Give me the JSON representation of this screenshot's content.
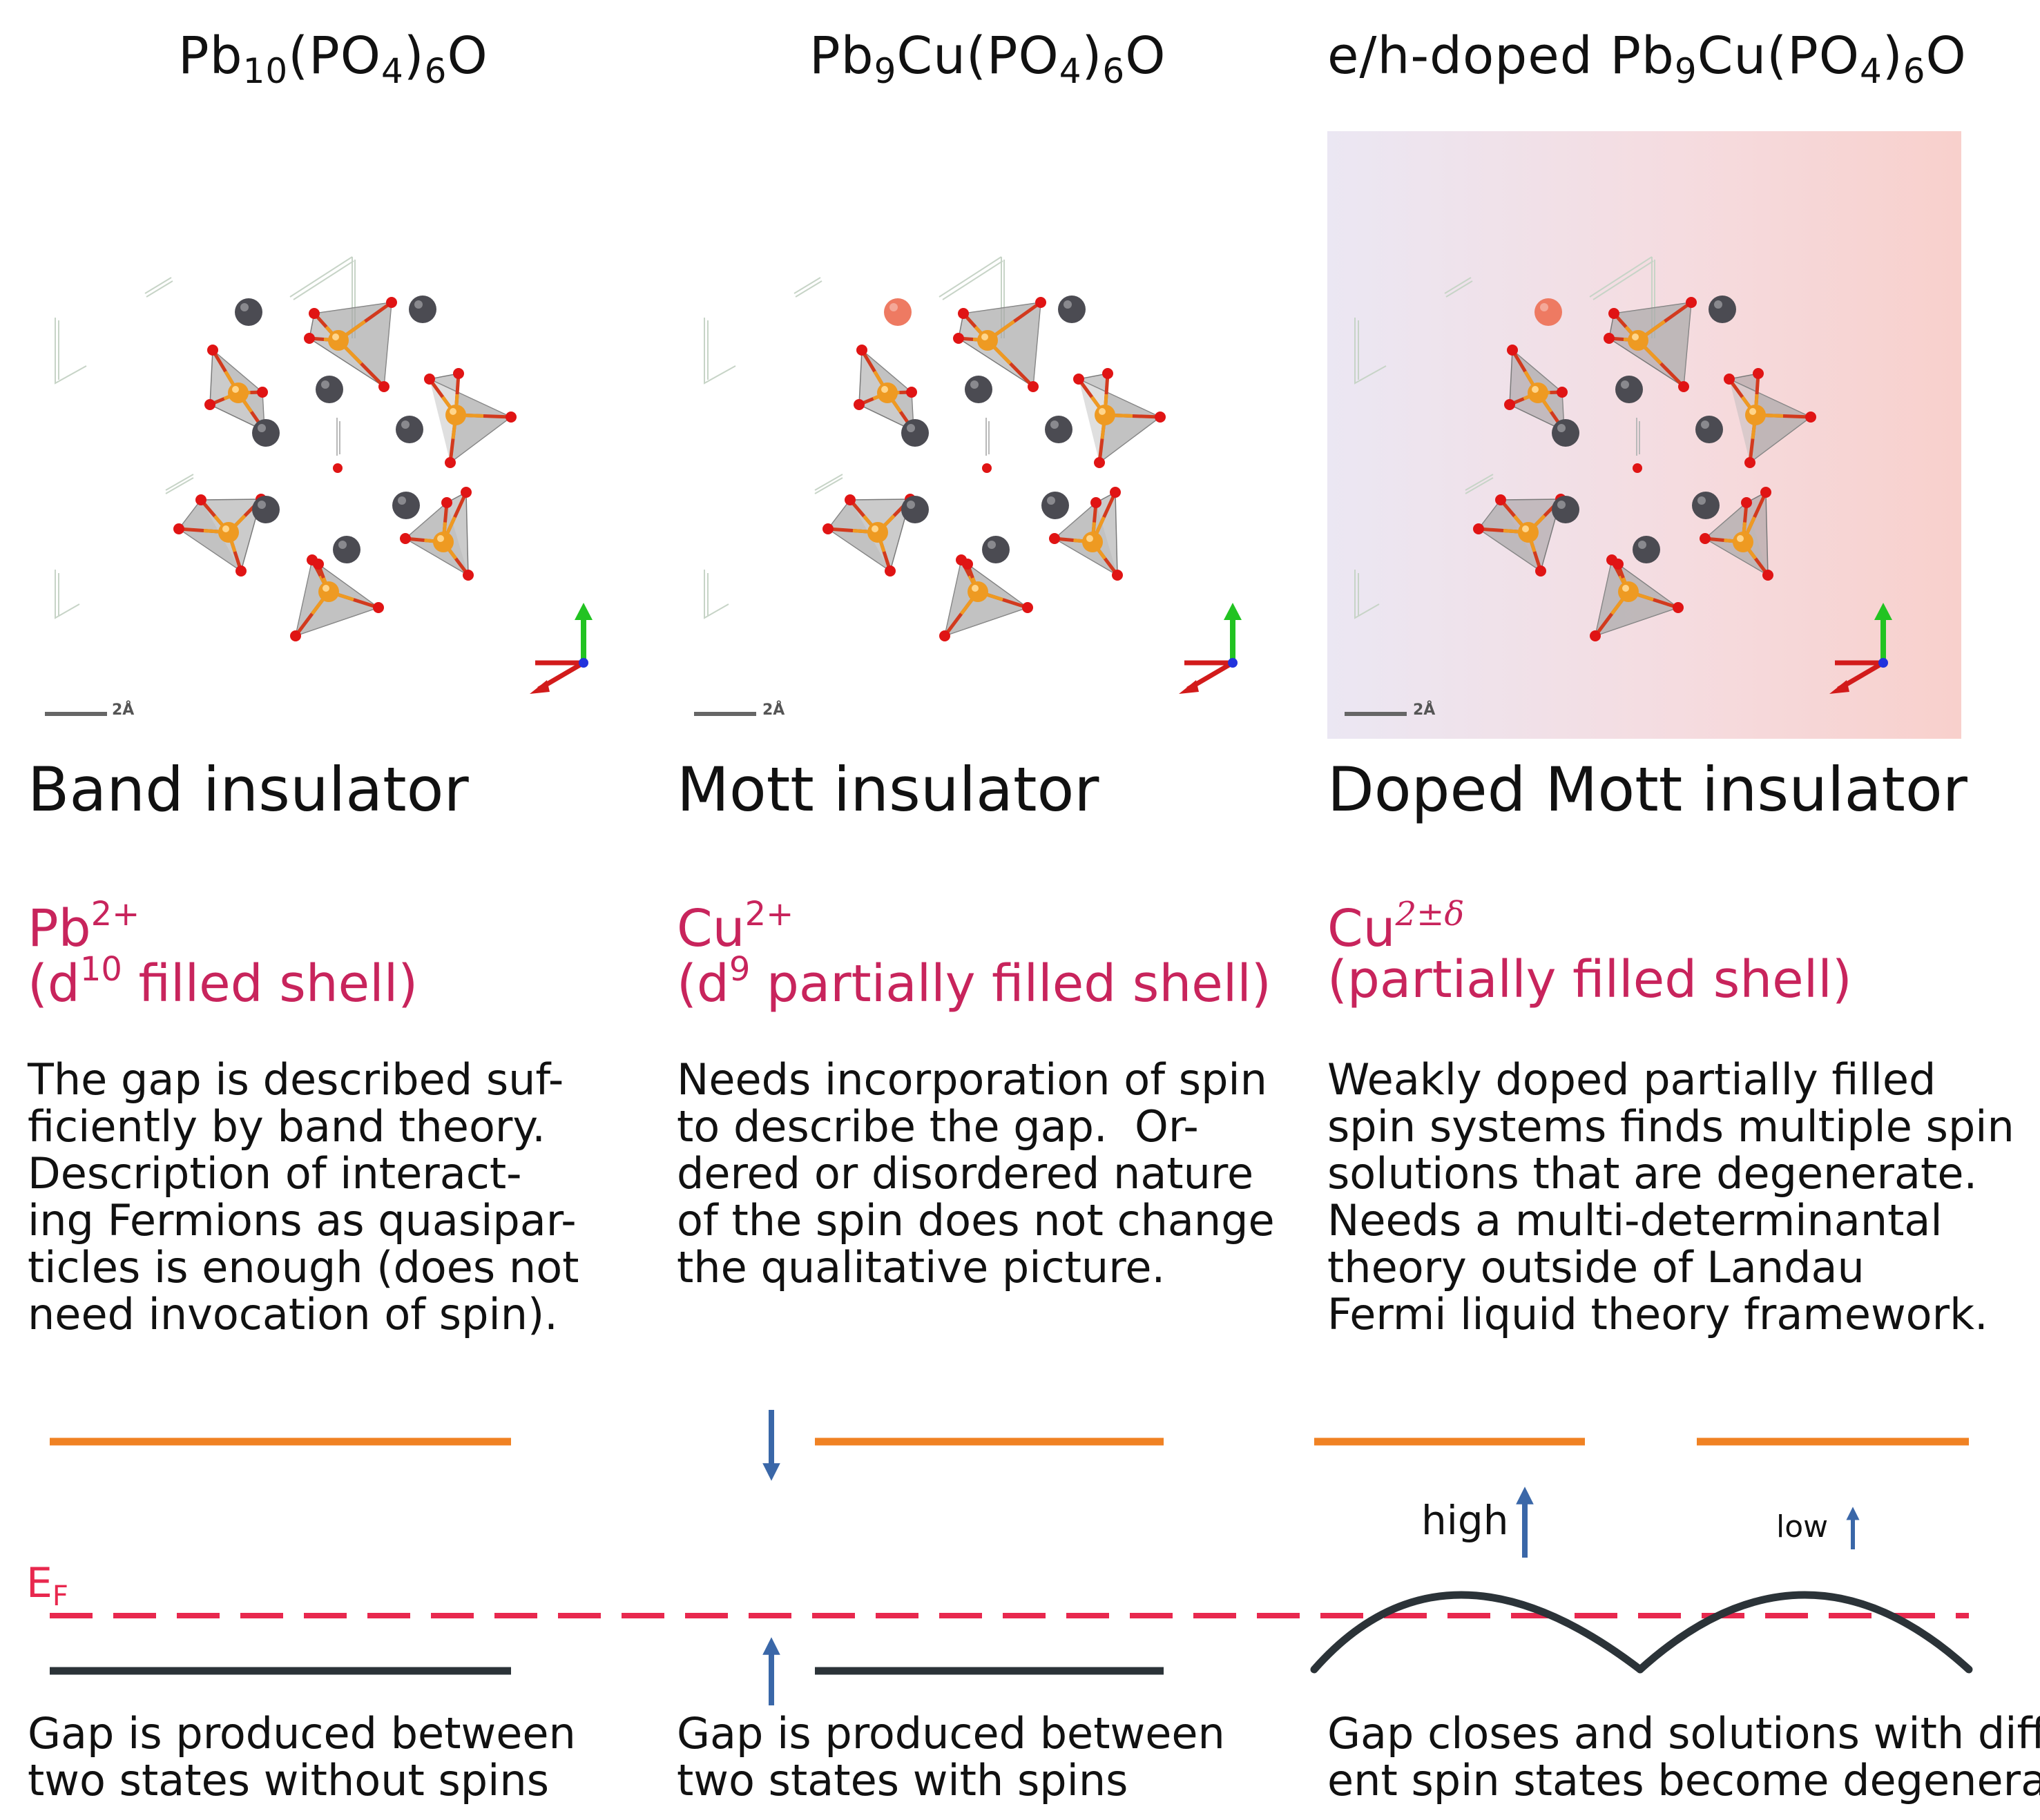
{
  "columns": [
    {
      "formula": {
        "a": "Pb",
        "a_sub": "10",
        "b": "(PO",
        "b_sub": "4",
        "c": ")",
        "c_sub": "6",
        "d": "O"
      },
      "title": "Band insulator",
      "ion": {
        "base": "Pb",
        "sup": "2+"
      },
      "shell": {
        "pre": "(d",
        "sup": "10",
        "post": " filled shell)"
      },
      "description": [
        "The gap is described suf-",
        "ficiently by band theory.",
        "Description of interact-",
        "ing Fermions as quasipar-",
        "ticles is enough (does not",
        "need invocation of spin)."
      ],
      "bottom": [
        "Gap is produced between",
        "two states without spins"
      ]
    },
    {
      "formula": {
        "a": "Pb",
        "a_sub": "9",
        "b": "Cu(PO",
        "b_sub": "4",
        "c": ")",
        "c_sub": "6",
        "d": "O"
      },
      "title": "Mott insulator",
      "ion": {
        "base": "Cu",
        "sup": "2+"
      },
      "shell": {
        "pre": "(d",
        "sup": "9",
        "post": " partially filled shell)"
      },
      "description": [
        "Needs incorporation of spin",
        "to describe the gap.  Or-",
        "dered or disordered nature",
        "of the spin does not change",
        "the qualitative picture."
      ],
      "bottom": [
        "Gap is produced between",
        "two states with spins"
      ]
    },
    {
      "formula": {
        "pre": "e/h-doped ",
        "a": "Pb",
        "a_sub": "9",
        "b": "Cu(PO",
        "b_sub": "4",
        "c": ")",
        "c_sub": "6",
        "d": "O"
      },
      "title": "Doped Mott insulator",
      "ion": {
        "base": "Cu",
        "sup": "2±δ"
      },
      "shell": {
        "text": "(partially filled shell)"
      },
      "description": [
        "Weakly doped partially filled",
        "spin systems finds multiple spin",
        "solutions that are degenerate.",
        "Needs a multi-determinantal",
        "theory outside of Landau",
        "Fermi liquid theory framework."
      ],
      "bottom": [
        "Gap closes and solutions with differ-",
        "ent spin states become degenerate"
      ]
    }
  ],
  "scale_bar_label": "2Å",
  "fermi_level": {
    "base": "E",
    "sub": "F"
  },
  "spin_labels": {
    "high": "high",
    "low": "low"
  },
  "colors": {
    "upper_state": "#f08223",
    "lower_state": "#2b3338",
    "fermi_line": "#e8284e",
    "spin_arrow": "#3a67a8",
    "highlight_text": "#c8245c",
    "oxygen": "#e01414",
    "phosphorus": "#ee9a22",
    "lead": "#4b4b52",
    "copper": "#ee7a62"
  }
}
